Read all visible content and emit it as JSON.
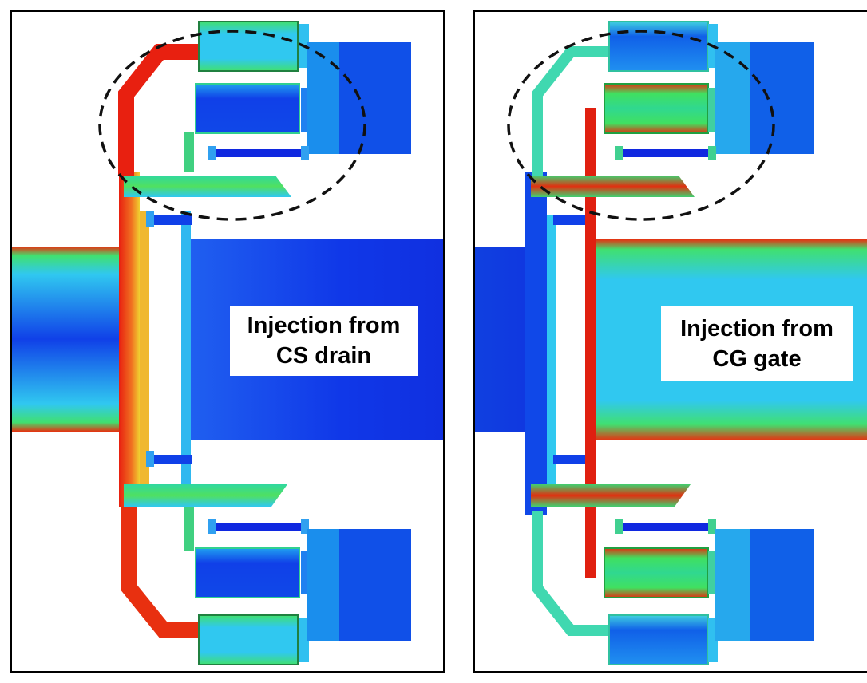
{
  "panels": [
    {
      "label_line1": "Injection from",
      "label_line2": "CS drain"
    },
    {
      "label_line1": "Injection from",
      "label_line2": "CG gate"
    }
  ],
  "colors": {
    "low": "#1030e0",
    "mid_low": "#2fd0e8",
    "mid": "#40e070",
    "mid_high": "#f0e030",
    "high": "#e82010",
    "frame": "#000000",
    "dashed_outline": "#111111"
  }
}
